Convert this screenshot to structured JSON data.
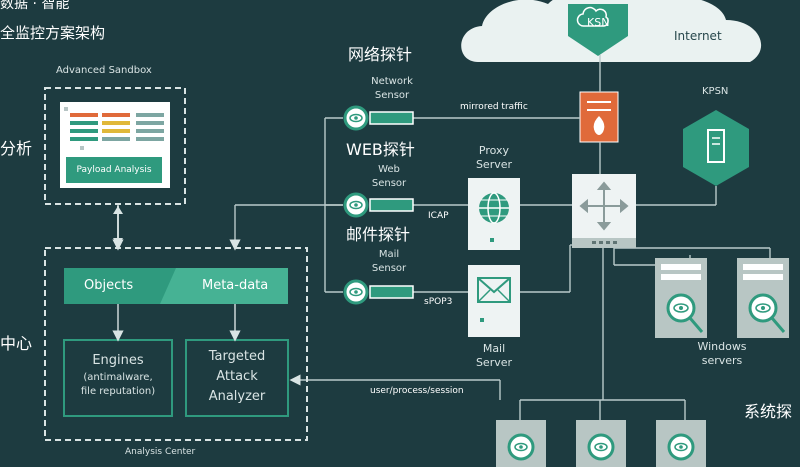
{
  "header": {
    "line1": "数据 · 智能",
    "line2": "全监控方案架构"
  },
  "left_edge": {
    "analysis_fragment": "分析",
    "center_fragment": "中心"
  },
  "cloud": {
    "ksn_label": "KSN",
    "internet_label": "Internet"
  },
  "kpsn": {
    "label": "KPSN"
  },
  "sandbox": {
    "title": "Advanced Sandbox",
    "button_label": "Payload Analysis"
  },
  "analysis_center": {
    "title": "Analysis Center",
    "objects_label": "Objects",
    "metadata_label": "Meta-data",
    "engines": [
      "Engines",
      "(antimalware,",
      "file reputation)"
    ],
    "taa": [
      "Targeted",
      "Attack",
      "Analyzer"
    ]
  },
  "sensors": {
    "network_zh": "网络探针",
    "network_en": [
      "Network",
      "Sensor"
    ],
    "web_zh": "WEB探针",
    "web_en": [
      "Web",
      "Sensor"
    ],
    "mail_zh": "邮件探针",
    "mail_en": [
      "Mail",
      "Sensor"
    ]
  },
  "links": {
    "mirrored_traffic": "mirrored traffic",
    "icap": "ICAP",
    "spop3": "sPOP3",
    "user_process_session": "user/process/session"
  },
  "servers": {
    "proxy": [
      "Proxy",
      "Server"
    ],
    "mail": [
      "Mail",
      "Server"
    ],
    "windows": [
      "Windows",
      "servers"
    ]
  },
  "endpoint_fragment": "系统探",
  "colors": {
    "background": "#1d3b40",
    "teal": "#2f9a7e",
    "teal_light": "#46b294",
    "firewall_orange": "#e06a3a",
    "box_gray": "#b8c6c4",
    "white": "#ffffff"
  }
}
